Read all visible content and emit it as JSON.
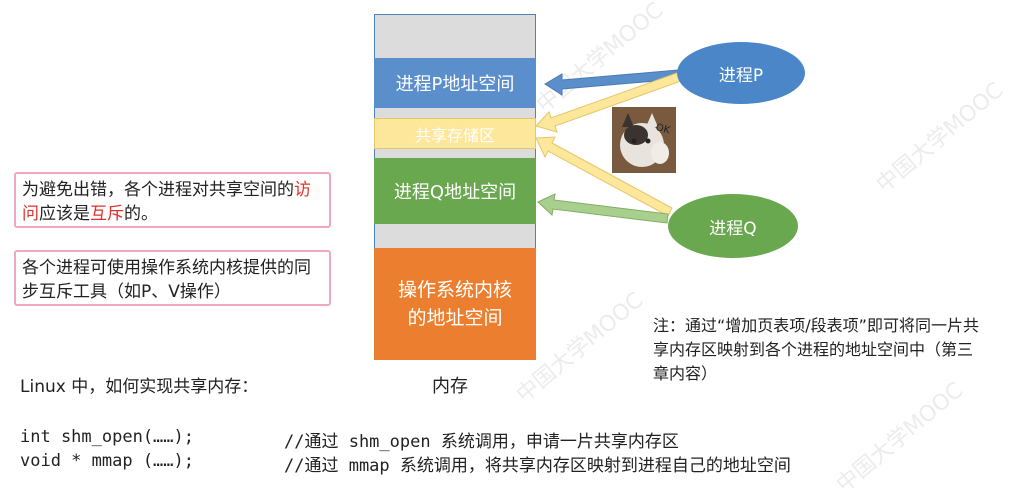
{
  "memory": {
    "segments": {
      "process_p": "进程P地址空间",
      "shared": "共享存储区",
      "process_q": "进程Q地址空间",
      "os_line1": "操作系统内核",
      "os_line2": "的地址空间"
    },
    "label": "内存"
  },
  "processes": {
    "p": "进程P",
    "q": "进程Q"
  },
  "notes": {
    "box1_part1": "为避免出错，各个进程对共享空间的",
    "box1_red1": "访问",
    "box1_part2": "应该是",
    "box1_red2": "互斥",
    "box1_part3": "的。",
    "box2": "各个进程可使用操作系统内核提供的同步互斥工具（如P、V操作）"
  },
  "right_note": "注：通过“增加页表项/段表项”即可将同一片共享内存区映射到各个进程的地址空间中（第三章内容）",
  "code": {
    "question": "Linux 中，如何实现共享内存：",
    "line1": "int shm_open(……);",
    "comment1": "//通过 shm_open 系统调用，申请一片共享内存区",
    "line2": "void * mmap (……);",
    "comment2": "//通过 mmap 系统调用，将共享内存区映射到进程自己的地址空间"
  },
  "colors": {
    "blue": "#5b8fcb",
    "green": "#6aa84f",
    "orange": "#ec7f2f",
    "yellow": "#fde79a",
    "pink_border": "#f2a7c0",
    "red_text": "#e0312b"
  }
}
